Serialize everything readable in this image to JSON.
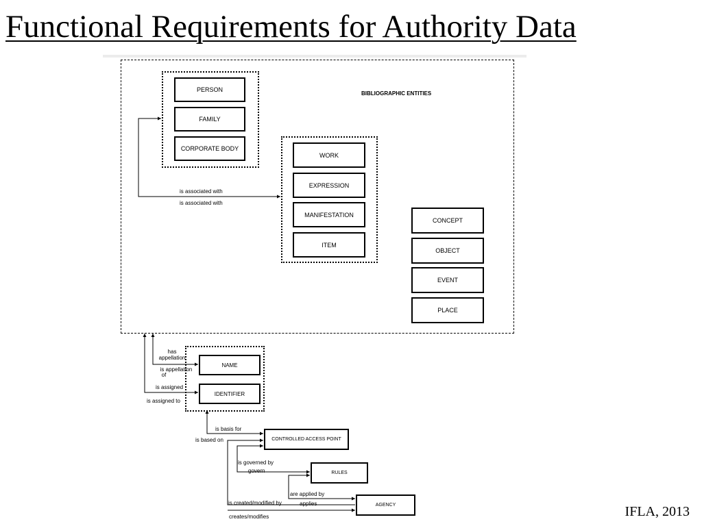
{
  "title": "Functional Requirements for Authority Data",
  "credit": "IFLA, 2013",
  "diagram": {
    "heading": "BIBLIOGRAPHIC ENTITIES",
    "group1": [
      "PERSON",
      "FAMILY",
      "CORPORATE BODY"
    ],
    "group2": [
      "WORK",
      "EXPRESSION",
      "MANIFESTATION",
      "ITEM"
    ],
    "group3": [
      "CONCEPT",
      "OBJECT",
      "EVENT",
      "PLACE"
    ],
    "lower": {
      "name": "NAME",
      "identifier": "IDENTIFIER",
      "controlled_access_point": "CONTROLLED ACCESS POINT",
      "rules": "RULES",
      "agency": "AGENCY"
    },
    "relationships": {
      "associated_1": "is associated with",
      "associated_2": "is associated with",
      "has_appellation_1": "has",
      "has_appellation_2": "appellation",
      "is_appellation_of_1": "is appellation",
      "is_appellation_of_2": "of",
      "is_assigned": "is assigned",
      "is_assigned_to": "is assigned to",
      "is_basis_for": "is basis for",
      "is_based_on": "is based on",
      "is_governed_by": "is governed by",
      "govern": "govern",
      "are_applied_by": "are applied by",
      "applies": "applies",
      "is_created_modified_by": "is created/modified by",
      "creates_modifies": "creates/modifies"
    }
  }
}
